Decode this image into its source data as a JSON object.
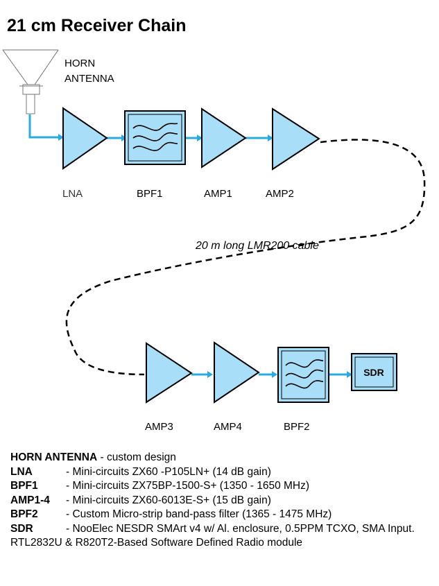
{
  "title": "21 cm Receiver Chain",
  "colors": {
    "block_fill": "#a9def8",
    "signal_line": "#29abe2",
    "outline": "#000000"
  },
  "blocks": {
    "horn": "HORN\nANTENNA",
    "horn_line1": "HORN",
    "horn_line2": "ANTENNA",
    "lna": "LNA",
    "bpf1": "BPF1",
    "amp1": "AMP1",
    "amp2": "AMP2",
    "amp3": "AMP3",
    "amp4": "AMP4",
    "bpf2": "BPF2",
    "sdr": "SDR"
  },
  "cable_label": "20 m long LMR200 cable",
  "legend": [
    {
      "key": "HORN ANTENNA",
      "sep": " - ",
      "desc": "custom design"
    },
    {
      "key": "LNA",
      "sep": "-  ",
      "desc": "Mini-circuits ZX60 -P105LN+ (14 dB gain)"
    },
    {
      "key": "BPF1",
      "sep": "-  ",
      "desc": "Mini-circuits ZX75BP-1500-S+ (1350 - 1650 MHz)"
    },
    {
      "key": "AMP1-4",
      "sep": "-  ",
      "desc": "Mini-circuits ZX60-6013E-S+ (15 dB gain)"
    },
    {
      "key": "BPF2",
      "sep": "-  ",
      "desc": "Custom Micro-strip band-pass filter (1365 - 1475 MHz)"
    },
    {
      "key": "SDR",
      "sep": "-  ",
      "desc": "NooElec NESDR SMArt v4 w/ Al. enclosure, 0.5PPM TCXO, SMA Input. RTL2832U & R820T2-Based Software Defined Radio module"
    }
  ]
}
